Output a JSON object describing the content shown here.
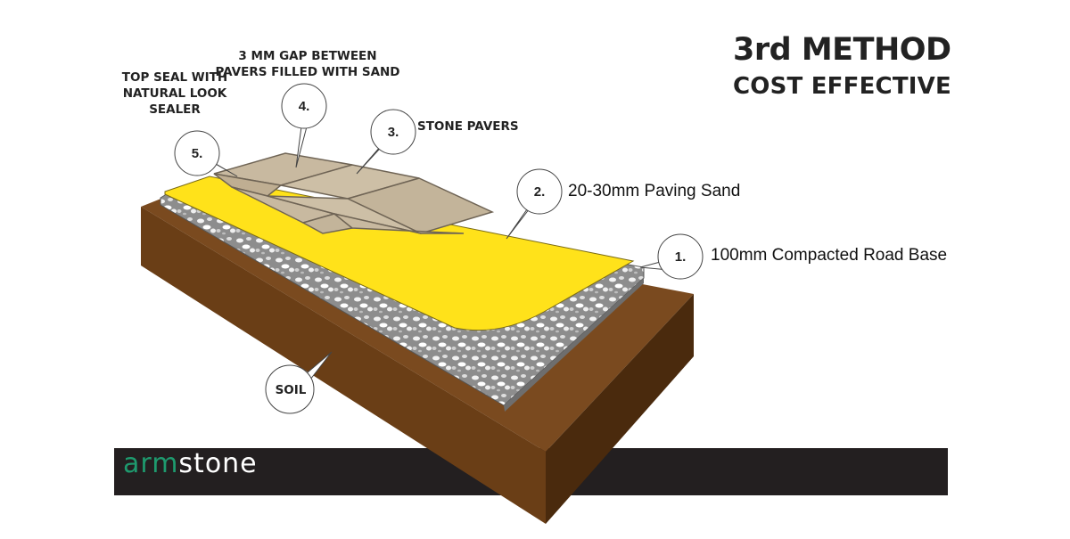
{
  "title": {
    "line1": "3rd METHOD",
    "line2": "COST EFFECTIVE"
  },
  "brand": {
    "part1": "arm",
    "part2": "stone",
    "accent_color": "#1e9a6e"
  },
  "callouts": [
    {
      "number": "1.",
      "text": "100mm Compacted Road Base"
    },
    {
      "number": "2.",
      "text": "20-30mm Paving Sand"
    },
    {
      "number": "3.",
      "text": "STONE PAVERS"
    },
    {
      "number": "4.",
      "text": "3 MM GAP BETWEEN PAVERS FILLED WITH SAND"
    },
    {
      "number": "5.",
      "text": "TOP SEAL WITH NATURAL LOOK SEALER"
    }
  ],
  "soil_label": "SOIL",
  "colors": {
    "soil_top": "#7a4a1f",
    "soil_side": "#5a3512",
    "sand": "#ffe21a",
    "pavers": "#c8b9a0",
    "paver_grout": "#6f6455",
    "gravel": "#9a9a9a",
    "banner": "#231f20"
  }
}
